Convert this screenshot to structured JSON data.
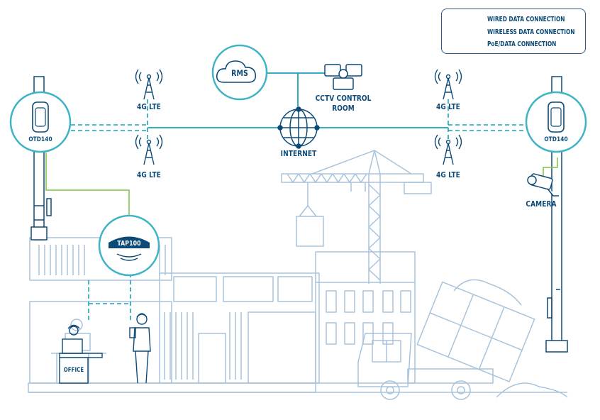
{
  "legend": {
    "wired": "WIRED DATA CONNECTION",
    "wireless": "WIRELESS DATA CONNECTION",
    "poe": "PoE/DATA CONNECTION"
  },
  "labels": {
    "rms": "RMS",
    "cctv_line1": "CCTV CONTROL",
    "cctv_line2": "ROOM",
    "internet": "INTERNET",
    "lte_top_left": "4G LTE",
    "lte_bottom_left": "4G LTE",
    "lte_top_right": "4G LTE",
    "lte_bottom_right": "4G LTE",
    "otd_left": "OTD140",
    "otd_right": "OTD140",
    "tap": "TAP100",
    "camera": "CAMERA",
    "office": "OFFICE"
  },
  "colors": {
    "wired": "#1aa3b8",
    "wireless": "#1aa3b8",
    "poe": "#7dc242",
    "outline": "#0c4a78",
    "building": "#a8c3dc",
    "ring": "#3fb3c6"
  }
}
